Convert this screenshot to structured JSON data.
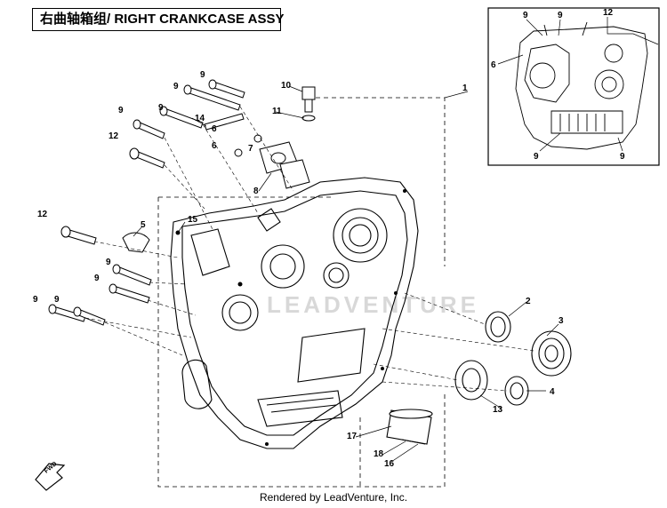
{
  "diagram": {
    "title": "右曲轴箱组/ RIGHT CRANKCASE ASSY",
    "footer": "Rendered by LeadVenture, Inc.",
    "watermark": "LEADVENTURE",
    "fwd_label": "FWD",
    "callouts": {
      "c1": "1",
      "c2": "2",
      "c3": "3",
      "c4": "4",
      "c5": "5",
      "c6a": "6",
      "c6b": "6",
      "c7": "7",
      "c8": "8",
      "c9a": "9",
      "c9b": "9",
      "c9c": "9",
      "c9d": "9",
      "c9e": "9",
      "c9f": "9",
      "c9g": "9",
      "c10": "10",
      "c11": "11",
      "c12a": "12",
      "c12b": "12",
      "c13": "13",
      "c14": "14",
      "c15": "15",
      "c16": "16",
      "c17": "17",
      "c18": "18",
      "inset6": "6",
      "inset9a": "9",
      "inset9b": "9",
      "inset9c": "9",
      "inset9d": "9",
      "inset12": "12"
    }
  }
}
